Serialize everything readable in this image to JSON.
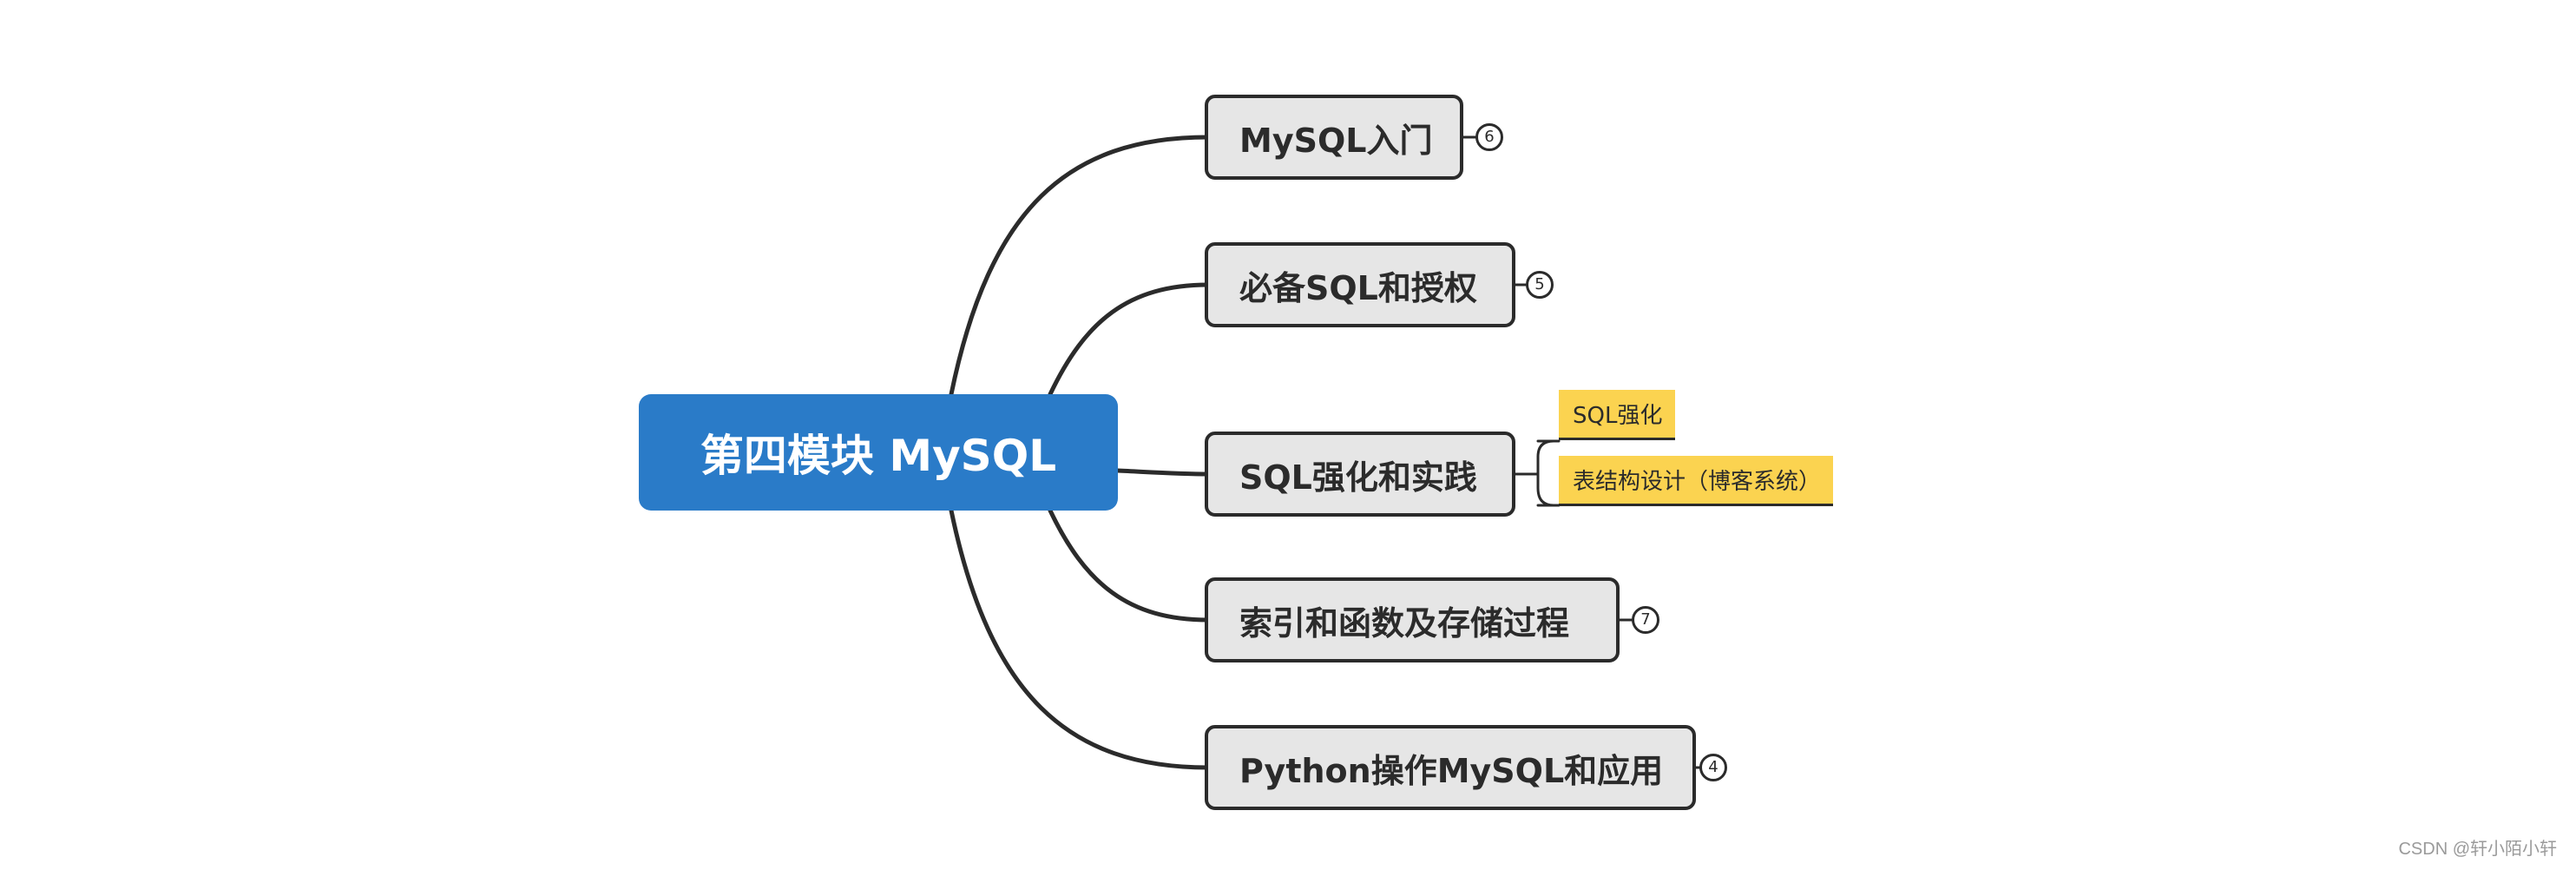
{
  "central_topic": {
    "label": "第四模块 MySQL",
    "color": "#2a7bc8"
  },
  "branches": [
    {
      "label": "MySQL入门",
      "badge": "6"
    },
    {
      "label": "必备SQL和授权",
      "badge": "5"
    },
    {
      "label": "SQL强化和实践",
      "subtopics": [
        {
          "label": "SQL强化"
        },
        {
          "label": "表结构设计（博客系统）"
        }
      ]
    },
    {
      "label": "索引和函数及存储过程",
      "badge": "7"
    },
    {
      "label": "Python操作MySQL和应用",
      "badge": "4"
    }
  ],
  "watermark": "CSDN @轩小陌小轩",
  "colors": {
    "central_fill": "#2a7bc8",
    "branch_fill": "#e6e6e6",
    "subtopic_fill": "#fbd350",
    "line": "#2b2b2b"
  }
}
